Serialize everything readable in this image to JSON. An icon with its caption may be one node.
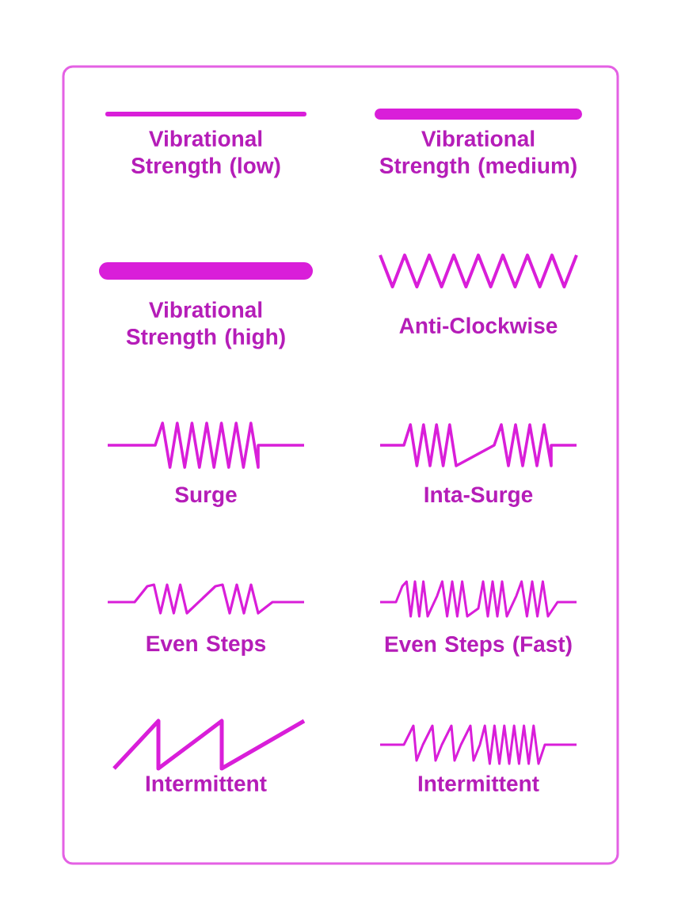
{
  "diagram": {
    "labels": [
      "Vibrational Strength (low)",
      "Vibrational Strength (medium)",
      "Vibrational Strength (high)",
      "Anti-Clockwise",
      "Surge",
      "Inta-Surge",
      "Even Steps",
      "Even Steps (Fast)",
      "Intermittent",
      "Intermittent"
    ]
  }
}
